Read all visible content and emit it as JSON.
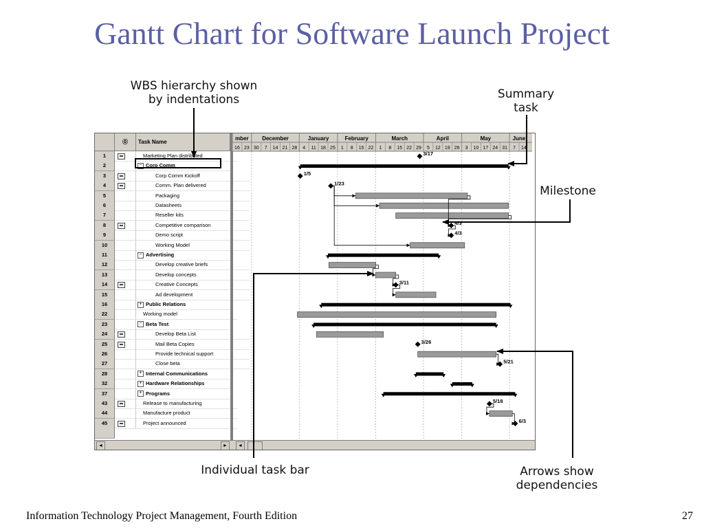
{
  "slide": {
    "title": "Gantt Chart for Software Launch Project",
    "footer_left": "Information Technology Project Management, Fourth Edition",
    "footer_right": "27"
  },
  "callouts": {
    "wbs": "WBS hierarchy shown\nby indentations",
    "summary": "Summary\ntask",
    "milestone": "Milestone",
    "taskbar": "Individual task bar",
    "arrows": "Arrows show\ndependencies"
  },
  "table": {
    "col_indicator": "⓪",
    "col_task_name": "Task Name",
    "rows": [
      {
        "id": "1",
        "name": "Marketing Plan distributed",
        "level": 1,
        "summary": false,
        "toggle": "",
        "note": true
      },
      {
        "id": "2",
        "name": "Corp Comm",
        "level": 1,
        "summary": true,
        "toggle": "−",
        "note": false
      },
      {
        "id": "3",
        "name": "Corp Comm Kickoff",
        "level": 2,
        "summary": false,
        "toggle": "",
        "note": true
      },
      {
        "id": "4",
        "name": "Comm. Plan delivered",
        "level": 2,
        "summary": false,
        "toggle": "",
        "note": true
      },
      {
        "id": "5",
        "name": "Packaging",
        "level": 2,
        "summary": false,
        "toggle": "",
        "note": false
      },
      {
        "id": "6",
        "name": "Datasheets",
        "level": 2,
        "summary": false,
        "toggle": "",
        "note": false
      },
      {
        "id": "7",
        "name": "Reseller kits",
        "level": 2,
        "summary": false,
        "toggle": "",
        "note": false
      },
      {
        "id": "8",
        "name": "Competitive comparison",
        "level": 2,
        "summary": false,
        "toggle": "",
        "note": true
      },
      {
        "id": "9",
        "name": "Demo script",
        "level": 2,
        "summary": false,
        "toggle": "",
        "note": false
      },
      {
        "id": "10",
        "name": "Working Model",
        "level": 2,
        "summary": false,
        "toggle": "",
        "note": false
      },
      {
        "id": "11",
        "name": "Advertising",
        "level": 1,
        "summary": true,
        "toggle": "−",
        "note": false
      },
      {
        "id": "12",
        "name": "Develop creative briefs",
        "level": 2,
        "summary": false,
        "toggle": "",
        "note": false
      },
      {
        "id": "13",
        "name": "Develop concepts",
        "level": 2,
        "summary": false,
        "toggle": "",
        "note": false
      },
      {
        "id": "14",
        "name": "Creative Concepts",
        "level": 2,
        "summary": false,
        "toggle": "",
        "note": true
      },
      {
        "id": "15",
        "name": "Ad development",
        "level": 2,
        "summary": false,
        "toggle": "",
        "note": false
      },
      {
        "id": "16",
        "name": "Public Relations",
        "level": 1,
        "summary": true,
        "toggle": "+",
        "note": false
      },
      {
        "id": "22",
        "name": "Working model",
        "level": 1,
        "summary": false,
        "toggle": "",
        "note": false
      },
      {
        "id": "23",
        "name": "Beta Test",
        "level": 1,
        "summary": true,
        "toggle": "−",
        "note": false
      },
      {
        "id": "24",
        "name": "Develop Beta List",
        "level": 2,
        "summary": false,
        "toggle": "",
        "note": true
      },
      {
        "id": "25",
        "name": "Mail Beta Copies",
        "level": 2,
        "summary": false,
        "toggle": "",
        "note": true
      },
      {
        "id": "26",
        "name": "Provide technical support",
        "level": 2,
        "summary": false,
        "toggle": "",
        "note": false
      },
      {
        "id": "27",
        "name": "Close beta",
        "level": 2,
        "summary": false,
        "toggle": "",
        "note": false
      },
      {
        "id": "28",
        "name": "Internal Communications",
        "level": 1,
        "summary": true,
        "toggle": "+",
        "note": false
      },
      {
        "id": "32",
        "name": "Hardware Relationships",
        "level": 1,
        "summary": true,
        "toggle": "+",
        "note": false
      },
      {
        "id": "37",
        "name": "Programs",
        "level": 1,
        "summary": true,
        "toggle": "+",
        "note": false
      },
      {
        "id": "43",
        "name": "Release to manufacturing",
        "level": 1,
        "summary": false,
        "toggle": "",
        "note": true
      },
      {
        "id": "44",
        "name": "Manufacture product",
        "level": 1,
        "summary": false,
        "toggle": "",
        "note": false
      },
      {
        "id": "45",
        "name": "Project announced",
        "level": 1,
        "summary": false,
        "toggle": "",
        "note": true
      }
    ]
  },
  "timeline": {
    "months": [
      "mber",
      "December",
      "January",
      "February",
      "March",
      "April",
      "May",
      "June"
    ],
    "weeks": [
      "16",
      "23",
      "30",
      "7",
      "14",
      "21",
      "28",
      "4",
      "11",
      "18",
      "25",
      "1",
      "8",
      "15",
      "22",
      "1",
      "8",
      "15",
      "22",
      "29",
      "5",
      "12",
      "19",
      "26",
      "3",
      "10",
      "17",
      "24",
      "31",
      "7",
      "14"
    ],
    "scroll_left": "◄",
    "scroll_right": "►"
  },
  "gantt": {
    "units": "week columns from the first visible week (16)",
    "tasks": [
      {
        "row": 0,
        "type": "milestone",
        "at": 19.6,
        "label": "3/17"
      },
      {
        "row": 1,
        "type": "summary",
        "start": 7.1,
        "end": 28.9
      },
      {
        "row": 2,
        "type": "milestone",
        "at": 7.1,
        "label": "1/5"
      },
      {
        "row": 3,
        "type": "milestone",
        "at": 10.3,
        "label": "1/23"
      },
      {
        "row": 4,
        "type": "bar",
        "start": 12.9,
        "end": 24.6
      },
      {
        "row": 5,
        "type": "bar",
        "start": 15.4,
        "end": 28.9
      },
      {
        "row": 6,
        "type": "bar",
        "start": 17.1,
        "end": 28.9
      },
      {
        "row": 7,
        "type": "milestone",
        "at": 22.9,
        "label": "4/3"
      },
      {
        "row": 8,
        "type": "milestone",
        "at": 22.9,
        "label": "4/3"
      },
      {
        "row": 9,
        "type": "bar",
        "start": 18.6,
        "end": 24.3
      },
      {
        "row": 10,
        "type": "summary",
        "start": 10.0,
        "end": 21.6
      },
      {
        "row": 11,
        "type": "bar",
        "start": 10.1,
        "end": 15.0
      },
      {
        "row": 12,
        "type": "bar",
        "start": 15.0,
        "end": 17.1
      },
      {
        "row": 13,
        "type": "milestone",
        "at": 17.1,
        "label": "3/11"
      },
      {
        "row": 14,
        "type": "bar",
        "start": 17.1,
        "end": 21.3
      },
      {
        "row": 15,
        "type": "summary",
        "start": 9.3,
        "end": 29.1
      },
      {
        "row": 16,
        "type": "bar",
        "start": 6.8,
        "end": 27.6
      },
      {
        "row": 17,
        "type": "summary",
        "start": 8.5,
        "end": 27.6
      },
      {
        "row": 18,
        "type": "bar",
        "start": 8.8,
        "end": 15.8
      },
      {
        "row": 19,
        "type": "milestone",
        "at": 19.4,
        "label": "3/26"
      },
      {
        "row": 20,
        "type": "bar",
        "start": 19.4,
        "end": 27.6
      },
      {
        "row": 21,
        "type": "milestone",
        "at": 28.0,
        "label": "5/21"
      },
      {
        "row": 22,
        "type": "summary",
        "start": 19.2,
        "end": 22.1
      },
      {
        "row": 23,
        "type": "summary",
        "start": 23.0,
        "end": 25.1
      },
      {
        "row": 24,
        "type": "summary",
        "start": 15.8,
        "end": 29.6
      },
      {
        "row": 25,
        "type": "milestone",
        "at": 26.9,
        "label": "5/18"
      },
      {
        "row": 26,
        "type": "bar",
        "start": 26.9,
        "end": 29.3
      },
      {
        "row": 27,
        "type": "milestone",
        "at": 29.6,
        "label": "6/3"
      }
    ],
    "dependencies": [
      {
        "from": 3,
        "to": 4
      },
      {
        "from": 3,
        "to": 5
      },
      {
        "from": 3,
        "to": 9
      },
      {
        "from": 4,
        "to": 7
      },
      {
        "from": 6,
        "to": 7
      },
      {
        "from": 7,
        "to": 8
      },
      {
        "from": 11,
        "to": 12
      },
      {
        "from": 12,
        "to": 13
      },
      {
        "from": 13,
        "to": 14
      },
      {
        "from": 20,
        "to": 21
      },
      {
        "from": 25,
        "to": 26
      },
      {
        "from": 26,
        "to": 27
      }
    ]
  }
}
